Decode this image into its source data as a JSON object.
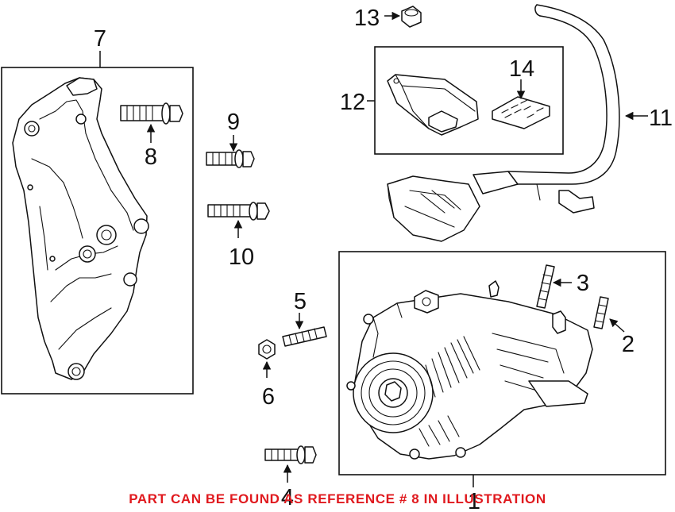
{
  "diagram": {
    "callouts": {
      "n1": "1",
      "n2": "2",
      "n3": "3",
      "n4": "4",
      "n5": "5",
      "n6": "6",
      "n7": "7",
      "n8": "8",
      "n9": "9",
      "n10": "10",
      "n11": "11",
      "n12": "12",
      "n13": "13",
      "n14": "14"
    },
    "footer_note": "PART CAN BE FOUND AS REFERENCE # 8 IN ILLUSTRATION",
    "colors": {
      "line": "#111111",
      "note": "#e0191e",
      "background": "#ffffff"
    }
  }
}
